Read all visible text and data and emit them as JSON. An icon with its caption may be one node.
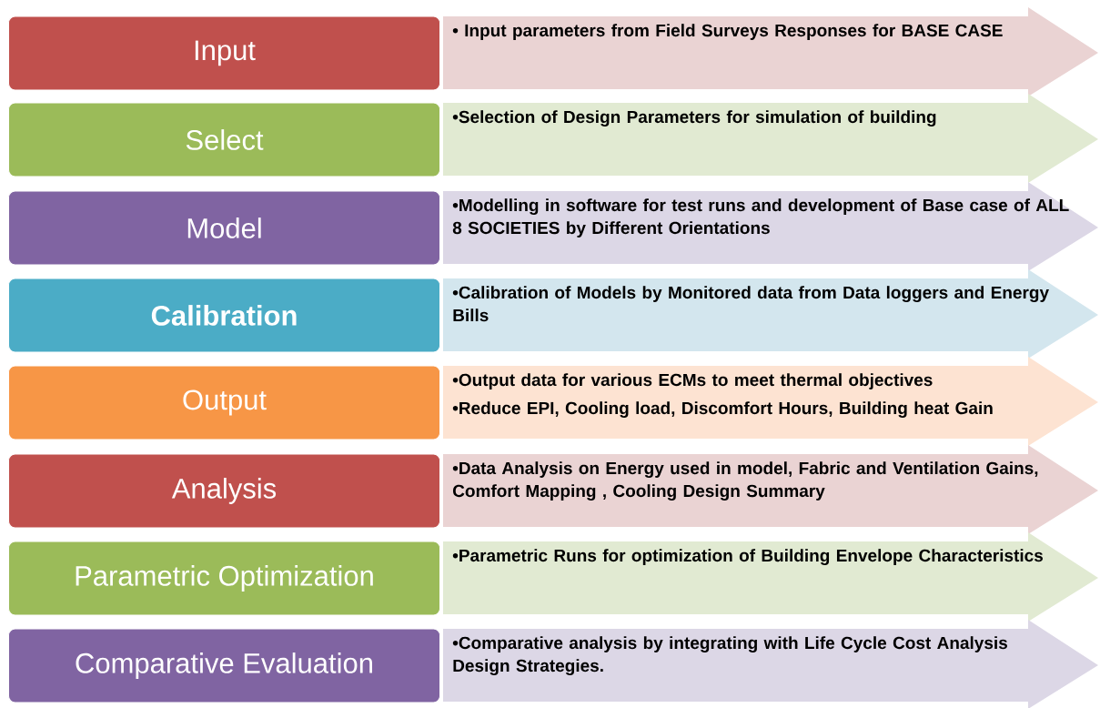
{
  "diagram": {
    "nodes": [
      {
        "text": [
          "Input"
        ]
      },
      {
        "text": [
          "• Input parameters from Field Surveys Responses for BASE CASE"
        ]
      },
      {
        "text": [
          "Select"
        ]
      },
      {
        "text": [
          "•Selection of Design Parameters for simulation of building"
        ]
      },
      {
        "text": [
          "Model"
        ]
      },
      {
        "text": [
          "•Modelling in software for test runs and development of Base case of ALL 8 SOCIETIES by Different Orientations"
        ]
      },
      {
        "text": [
          "Calibration"
        ]
      },
      {
        "text": [
          "•Calibration of Models by Monitored data from Data loggers and Energy Bills"
        ]
      },
      {
        "text": [
          "Output"
        ]
      },
      {
        "text": [
          "•Output data for various ECMs to meet thermal objectives",
          "•Reduce EPI, Cooling load, Discomfort Hours, Building heat Gain"
        ]
      },
      {
        "text": [
          "Analysis"
        ]
      },
      {
        "text": [
          "•Data Analysis on Energy used in model, Fabric and Ventilation Gains, Comfort Mapping , Cooling Design Summary"
        ]
      },
      {
        "text": [
          "Parametric Optimization"
        ]
      },
      {
        "text": [
          "•Parametric Runs for optimization of Building Envelope Characteristics"
        ]
      },
      {
        "text": [
          "Comparative Evaluation"
        ]
      },
      {
        "text": [
          "•Comparative analysis by integrating with Life Cycle Cost Analysis Design Strategies."
        ]
      }
    ]
  }
}
